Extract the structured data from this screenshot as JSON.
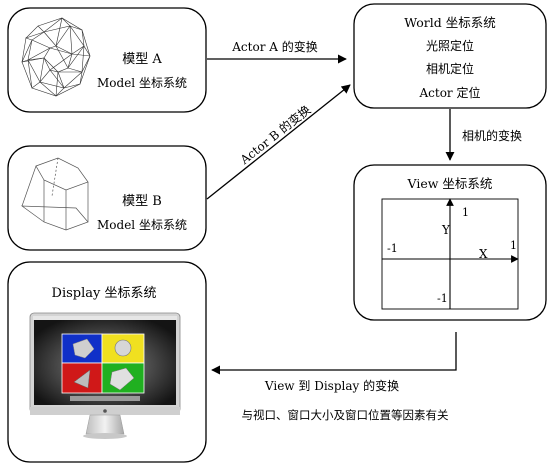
{
  "model_a": {
    "title": "模型 A",
    "subtitle": "Model 坐标系统"
  },
  "model_b": {
    "title": "模型 B",
    "subtitle": "Model 坐标系统"
  },
  "world": {
    "title": "World 坐标系统",
    "items": [
      "光照定位",
      "相机定位",
      "Actor 定位"
    ]
  },
  "view": {
    "title": "View 坐标系统",
    "axis": {
      "y_label": "Y",
      "x_label": "X",
      "pos_y": "1",
      "neg_y": "-1",
      "pos_x": "1",
      "neg_x": "-1"
    }
  },
  "display": {
    "title": "Display 坐标系统"
  },
  "arrows": {
    "actor_a": "Actor A 的变换",
    "actor_b": "Actor B 的变换",
    "camera": "相机的变换",
    "view_to_display": "View 到 Display 的变换",
    "view_to_display_note": "与视口、窗口大小及窗口位置等因素有关"
  },
  "colors": {
    "panel_blue": "#1030c8",
    "panel_yellow": "#f0e020",
    "panel_red": "#d01818",
    "panel_green": "#20b020"
  }
}
